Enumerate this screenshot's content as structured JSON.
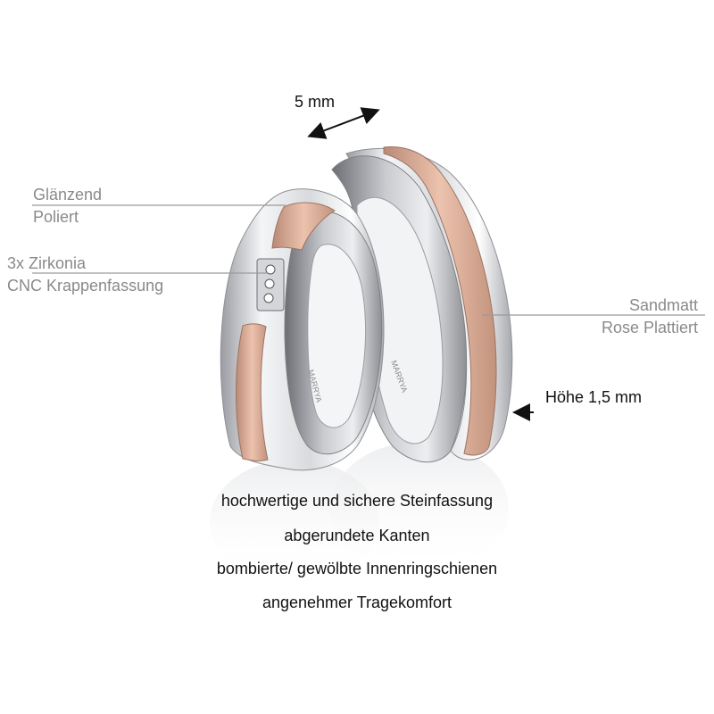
{
  "dimensions": {
    "width": "5 mm",
    "height": "Höhe 1,5 mm"
  },
  "callouts": {
    "finish_left_line1": "Glänzend",
    "finish_left_line2": "Poliert",
    "stones_line1": "3x Zirkonia",
    "stones_line2": "CNC Krappenfassung",
    "finish_right_line1": "Sandmatt",
    "finish_right_line2": "Rose Plattiert"
  },
  "features": [
    "hochwertige und sichere Steinfassung",
    "abgerundete Kanten",
    "bombierte/ gewölbte Innenringschienen",
    "angenehmer Tragekomfort"
  ],
  "engraving": "MARRYA",
  "colors": {
    "silver": "#e6e7ea",
    "rose": "#dcae98",
    "callout_text": "#8a8a8a",
    "callout_line": "#9a9a9a"
  }
}
